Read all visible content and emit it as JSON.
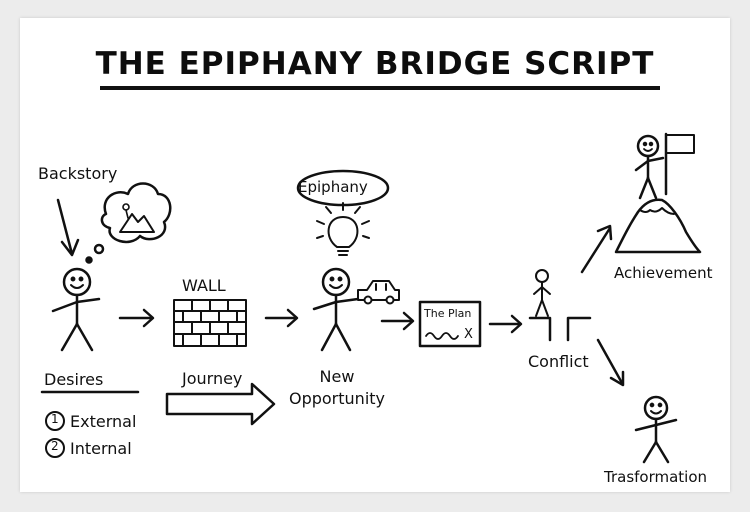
{
  "title": "THE EPIPHANY BRIDGE SCRIPT",
  "labels": {
    "backstory": "Backstory",
    "desires": "Desires",
    "list": [
      {
        "num": "1",
        "text": "External"
      },
      {
        "num": "2",
        "text": "Internal"
      }
    ],
    "wall": "WALL",
    "journey": "Journey",
    "epiphany": "Epiphany",
    "new_opportunity_line1": "New",
    "new_opportunity_line2": "Opportunity",
    "plan": "The Plan",
    "plan_mark": "X",
    "conflict": "Conflict",
    "achievement": "Achievement",
    "transformation": "Trasformation"
  }
}
